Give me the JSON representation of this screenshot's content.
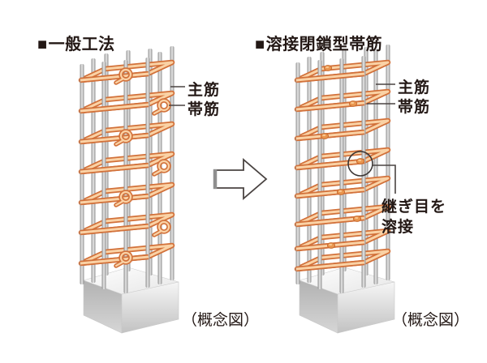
{
  "figure": {
    "background": "#ffffff",
    "text_color": "#231815",
    "panels": [
      {
        "title_marker": "■",
        "title": "一般工法",
        "caption": "（概念図）",
        "labels": {
          "main_bar": "主筋",
          "hoop": "帯筋"
        },
        "hoop_count": 7,
        "hook_style": "loop hooks on alternating corners"
      },
      {
        "title_marker": "■",
        "title": "溶接閉鎖型帯筋",
        "caption": "（概念図）",
        "labels": {
          "main_bar": "主筋",
          "hoop": "帯筋"
        },
        "weld_note_line1": "継ぎ目を",
        "weld_note_line2": "溶接",
        "hoop_count": 8
      }
    ],
    "icons": [
      {
        "name": "transform-arrow",
        "shape": "hollow right-pointing arrow"
      },
      {
        "name": "weld-circle-annotation",
        "shape": "thin circle outline around welded joint"
      }
    ],
    "colors": {
      "hoop_outline": "#d2713a",
      "hoop_fill": "#fad2a5",
      "weld_dot": "#e9964f",
      "main_bar_edge": "#8a8a8a",
      "main_bar_highlight": "#ececec",
      "leader_line": "#4a4442",
      "concrete_top": "#f2f2f2",
      "concrete_side_light": "#f6f6f6",
      "concrete_side_dark": "#b2b2b2"
    }
  }
}
